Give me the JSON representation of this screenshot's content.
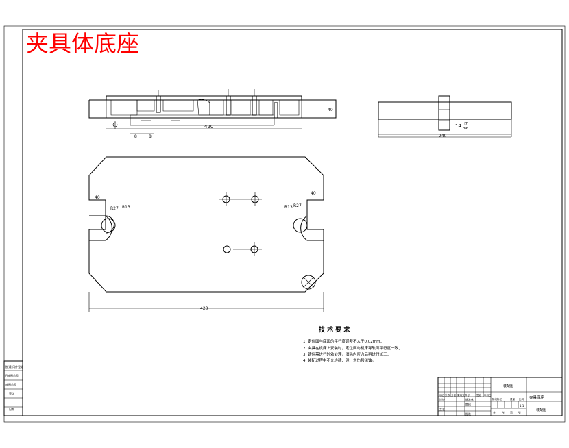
{
  "title": "夹具体底座",
  "colors": {
    "title": "#ff0000",
    "line": "#000000",
    "background": "#ffffff"
  },
  "front_view": {
    "dim_length": "420",
    "dim_left_a": "8",
    "dim_left_b": "8",
    "dim_height": "40"
  },
  "side_view": {
    "dim_width": "240",
    "dim_note": "14",
    "dim_note_sub": "H7",
    "dim_note_sub2": "m6"
  },
  "plan_view": {
    "dim_left_slot": "40",
    "dim_right_slot": "40",
    "dim_left_r_outer": "R27",
    "dim_left_r_inner": "R13",
    "dim_right_r_inner": "R13",
    "dim_right_r_outer": "R27",
    "dim_total": "420"
  },
  "tech_req": {
    "heading": "技 术 要 求",
    "items": [
      "1. 定位面与底面的平行度误差不大于0.02mm；",
      "2. 夹具在机床上安装时，定位面与机床导轨面平行度一致；",
      "3. 铸件需进行时效处理，消除内应力后再进行加工；",
      "4. 装配过程中不允许磕、碰、划伤和锈蚀。"
    ]
  },
  "left_strip": {
    "labels": [
      "借(通)用件登记",
      "旧底图总号",
      "底图总号",
      "签字",
      "日期"
    ]
  },
  "title_block": {
    "drawing_kind": "装配图",
    "part_name": "夹具底座",
    "drawing_kind_2": "装配图",
    "col_labels": [
      "标记",
      "处数",
      "分区",
      "更改文件号",
      "签名",
      "年月日"
    ],
    "role_design": "设计",
    "role_std": "标准化",
    "role_check": "审核",
    "role_process": "工艺",
    "role_approve": "批准",
    "stage_labels": [
      "阶段标记",
      "重量",
      "比例"
    ],
    "scale": "1:1",
    "sheet_labels": [
      "共",
      "张",
      "第",
      "张"
    ]
  }
}
